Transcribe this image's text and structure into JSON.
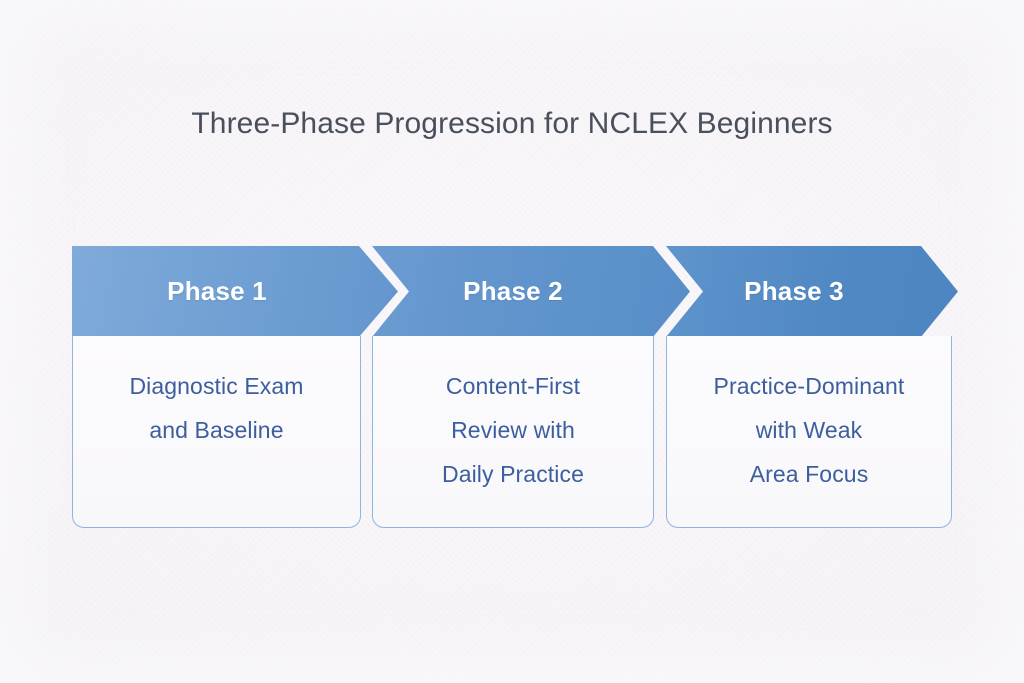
{
  "title": "Three-Phase Progression for NCLEX Beginners",
  "colors": {
    "background": "#f7f5f8",
    "title_text": "#4a4f5c",
    "header_blue_light": "#7faad9",
    "header_blue_mid": "#6b9bd1",
    "header_blue_dark": "#5189c4",
    "header_label_text": "#ffffff",
    "body_text": "#3d5e9e",
    "body_border": "#8fb4de",
    "body_fill": "#fbfafc"
  },
  "phases": [
    {
      "header": "Phase 1",
      "body": "Diagnostic Exam\nand Baseline"
    },
    {
      "header": "Phase 2",
      "body": "Content-First\nReview with\nDaily Practice"
    },
    {
      "header": "Phase 3",
      "body": "Practice-Dominant\nwith Weak\nArea Focus"
    }
  ]
}
